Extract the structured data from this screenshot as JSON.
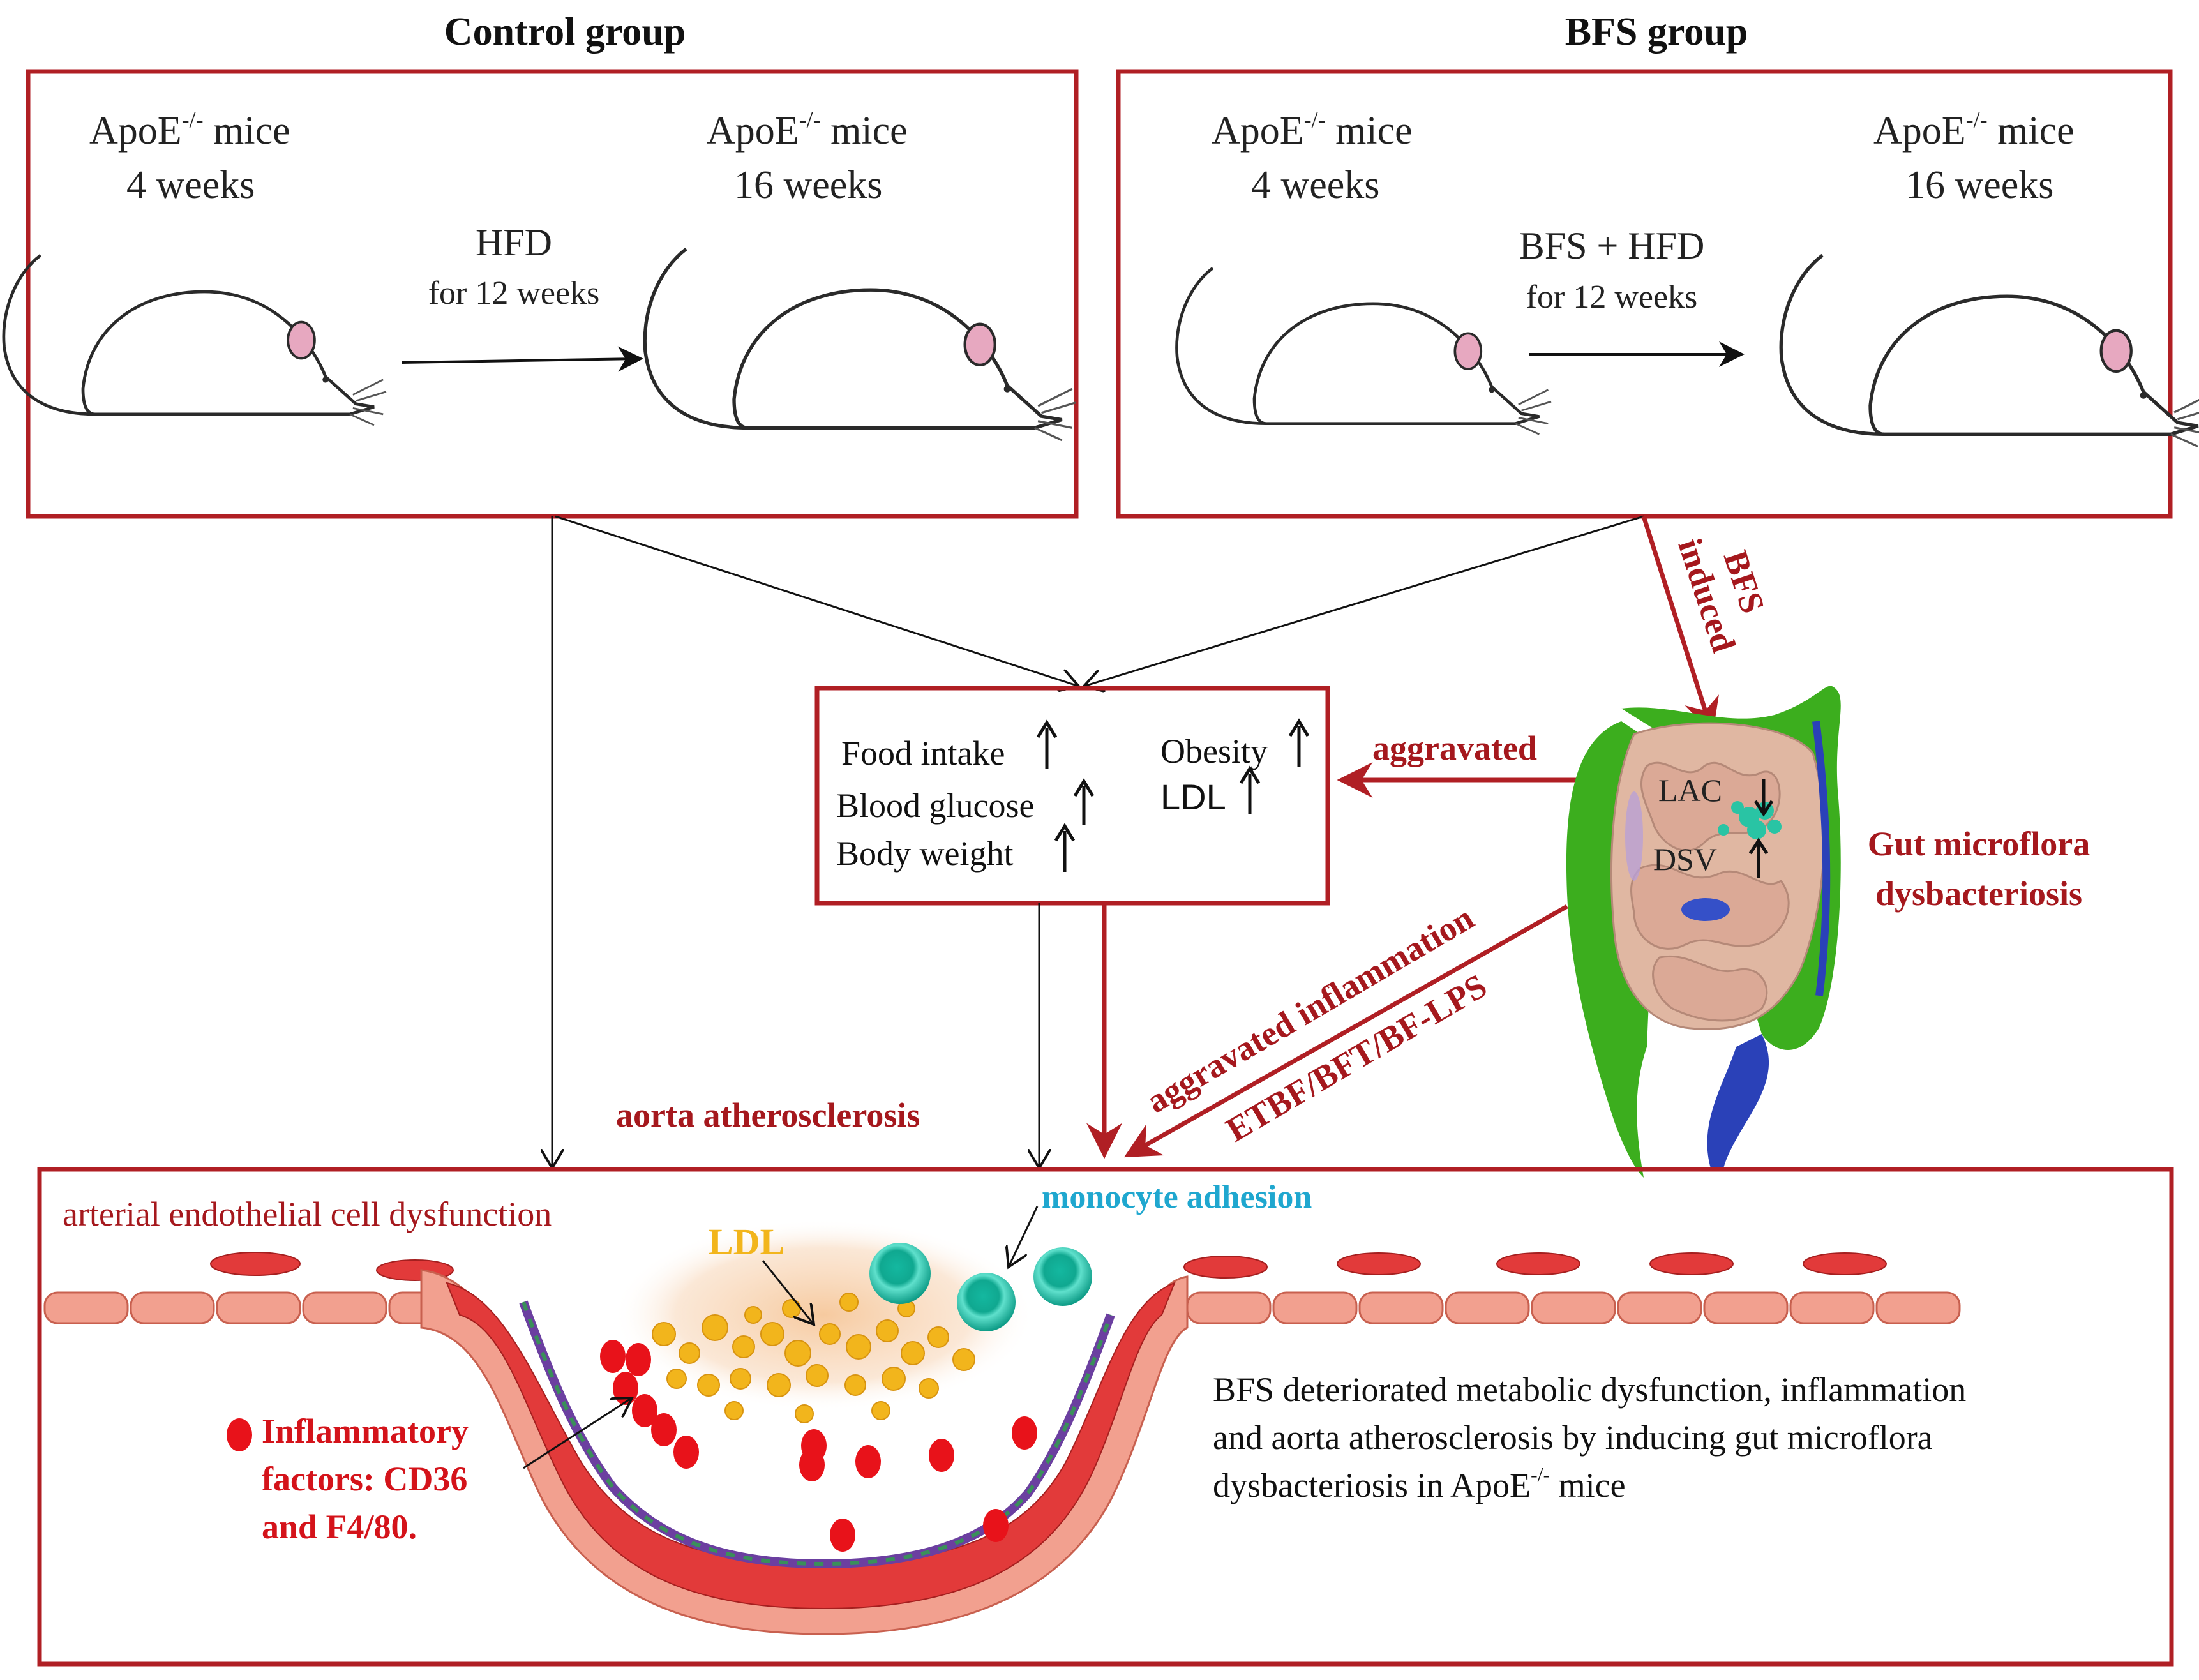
{
  "groups": {
    "control": {
      "title": "Control group",
      "start_label": "ApoE",
      "start_sup": "-/-",
      "start_suffix": " mice",
      "start_age": "4 weeks",
      "end_label": "ApoE",
      "end_sup": "-/-",
      "end_suffix": " mice",
      "end_age": "16 weeks",
      "treatment": "HFD",
      "duration": "for 12 weeks"
    },
    "bfs": {
      "title": "BFS group",
      "start_label": "ApoE",
      "start_sup": "-/-",
      "start_suffix": " mice",
      "start_age": "4 weeks",
      "end_label": "ApoE",
      "end_sup": "-/-",
      "end_suffix": " mice",
      "end_age": "16 weeks",
      "treatment": "BFS + HFD",
      "duration": "for 12 weeks"
    }
  },
  "metabolic_box": {
    "food_intake": "Food intake",
    "blood_glucose": "Blood glucose",
    "body_weight": "Body weight",
    "obesity": "Obesity",
    "ldl": "LDL"
  },
  "gut": {
    "bfs_induced_line1": "BFS",
    "bfs_induced_line2": "induced",
    "aggravated": "aggravated",
    "lac": "LAC",
    "dsv": "DSV",
    "dysbacteriosis_line1": "Gut microflora",
    "dysbacteriosis_line2": "dysbacteriosis",
    "inflammation": "aggravated inflammation",
    "toxins": "ETBF/BFT/BF-LPS"
  },
  "aorta": {
    "atherosclerosis": "aorta atherosclerosis",
    "endothelial": "arterial endothelial cell dysfunction",
    "ldl": "LDL",
    "monocyte": "monocyte adhesion",
    "inflammatory_line1": "Inflammatory",
    "inflammatory_line2": "factors:  CD36",
    "inflammatory_line3": "and F4/80.",
    "summary_line1": "BFS deteriorated metabolic dysfunction, inflammation",
    "summary_line2": "and aorta atherosclerosis by inducing gut microflora",
    "summary_line3_pre": "dysbacteriosis in ApoE",
    "summary_line3_sup": "-/-",
    "summary_line3_post": " mice"
  },
  "colors": {
    "box_border": "#b01f24",
    "dark_red_text": "#a5181d",
    "red_arrow": "#b01f24",
    "ldl_yellow": "#f2b51c",
    "monocyte_blue": "#1fa7cf",
    "inflammatory_red": "#e8121a",
    "vessel_pink": "#f2a08f",
    "vessel_red": "#e23a3a",
    "gut_green": "#3cae1e",
    "gut_blue": "#2a41b8",
    "gut_tan": "#e0b7a2",
    "teal": "#29c4a4"
  },
  "icons": {
    "mouse": "mouse-outline-icon",
    "up_arrow": "up-arrow-icon",
    "down_arrow": "down-arrow-icon",
    "intestine": "intestine-illustration",
    "artery": "artery-cross-section-illustration"
  }
}
